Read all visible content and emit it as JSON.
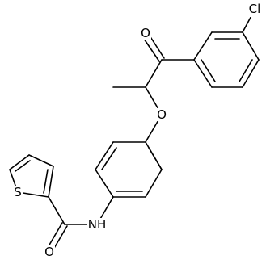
{
  "molecule": {
    "atom_labels": {
      "chlorine": "Cl",
      "ketone_oxygen": "O",
      "ether_oxygen": "O",
      "amide_nitrogen": "NH",
      "amide_oxygen": "O",
      "thiophene_sulfur": "S"
    },
    "colors": {
      "bond": "#000000",
      "label": "#000000",
      "background": "#ffffff"
    }
  }
}
